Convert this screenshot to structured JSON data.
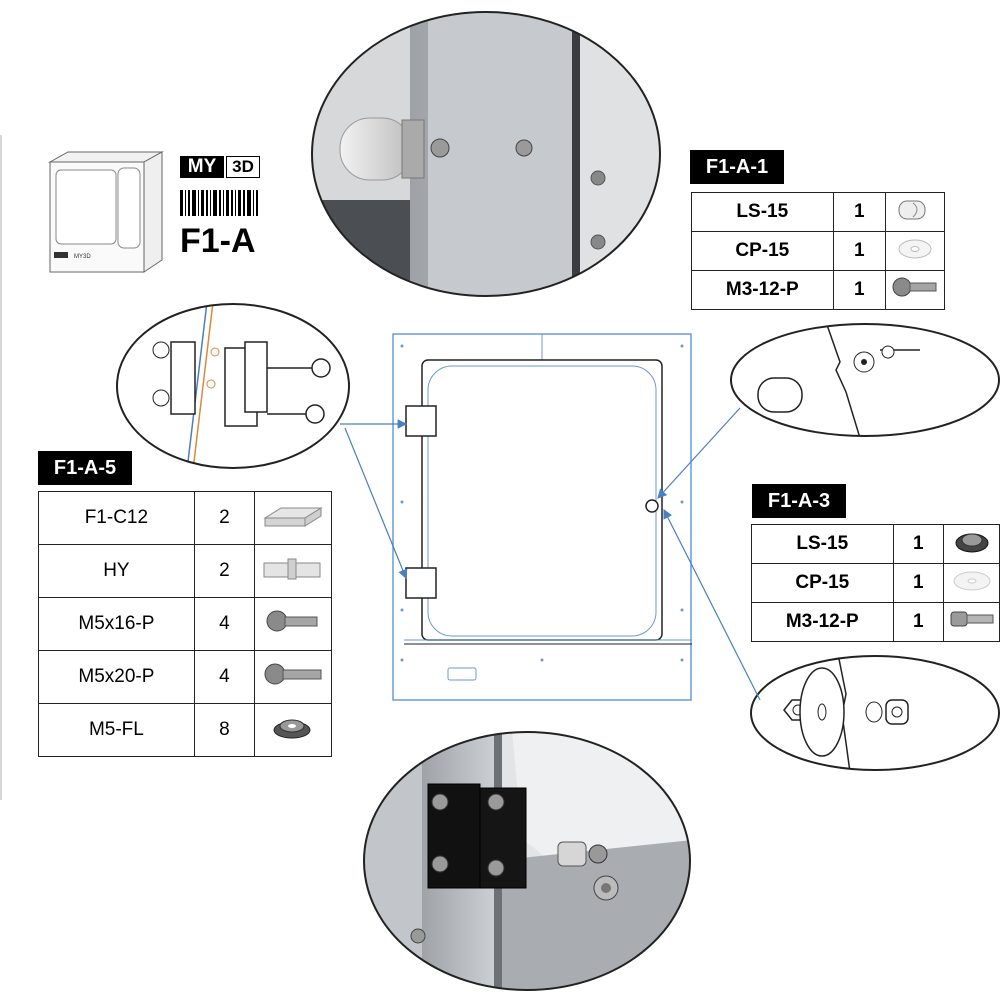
{
  "logo": {
    "brand_left": "MY",
    "brand_right": "3D",
    "model": "F1-A"
  },
  "table_a1": {
    "tag": "F1-A-1",
    "rows": [
      {
        "part": "LS-15",
        "qty": "1",
        "icon": "lock-knob-icon"
      },
      {
        "part": "CP-15",
        "qty": "1",
        "icon": "washer-icon"
      },
      {
        "part": "M3-12-P",
        "qty": "1",
        "icon": "screw-icon"
      }
    ]
  },
  "table_a3": {
    "tag": "F1-A-3",
    "rows": [
      {
        "part": "LS-15",
        "qty": "1",
        "icon": "lock-knob-icon"
      },
      {
        "part": "CP-15",
        "qty": "1",
        "icon": "washer-icon"
      },
      {
        "part": "M3-12-P",
        "qty": "1",
        "icon": "screw-icon"
      }
    ]
  },
  "table_a5": {
    "tag": "F1-A-5",
    "rows": [
      {
        "part": "F1-C12",
        "qty": "2",
        "icon": "spacer-block-icon"
      },
      {
        "part": "HY",
        "qty": "2",
        "icon": "hinge-icon"
      },
      {
        "part": "M5x16-P",
        "qty": "4",
        "icon": "screw-icon"
      },
      {
        "part": "M5x20-P",
        "qty": "4",
        "icon": "screw-icon"
      },
      {
        "part": "M5-FL",
        "qty": "8",
        "icon": "flange-nut-icon"
      }
    ]
  },
  "colors": {
    "leader_blue": "#4a7fc1",
    "panel_outline": "#6a9ad8",
    "tag_bg": "#000000",
    "metal": "#b9bcc0"
  }
}
